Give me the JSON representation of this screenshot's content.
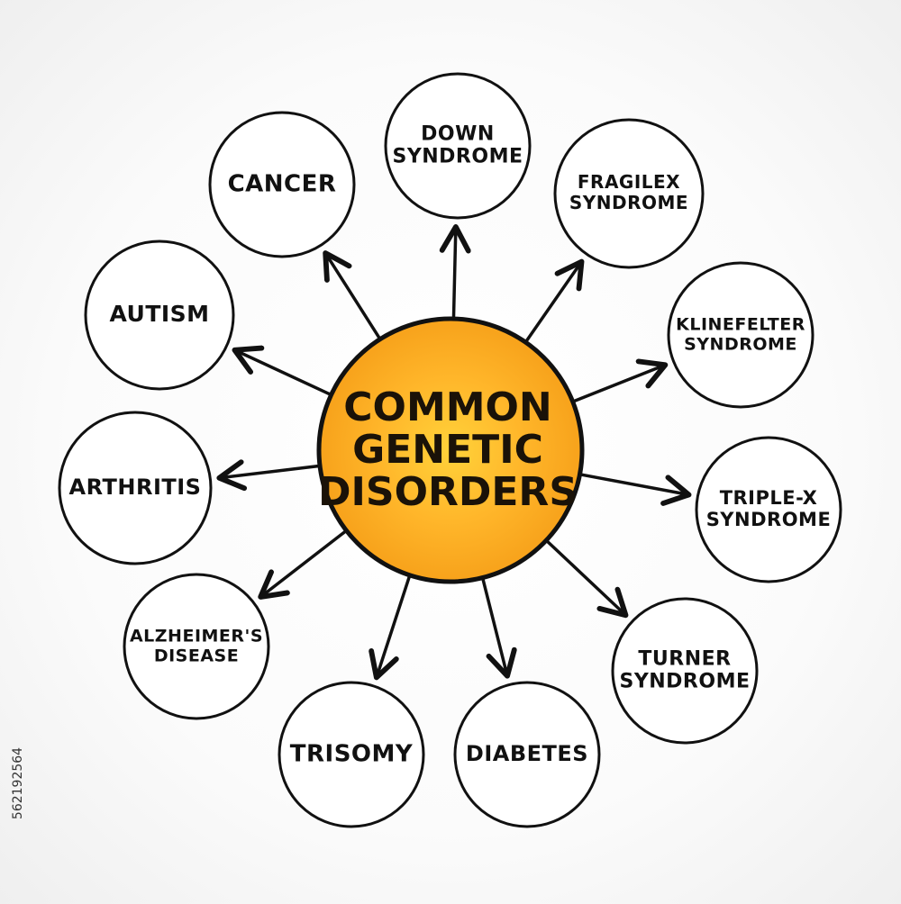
{
  "center": {
    "lines": [
      "COMMON",
      "GENETIC",
      "DISORDERS"
    ],
    "fill": "#f7a21b",
    "fill_light": "#ffd23a"
  },
  "colors": {
    "stroke": "#111111",
    "background": "#ffffff"
  },
  "nodes": [
    {
      "id": "down-syndrome",
      "lines": [
        "DOWN",
        "SYNDROME"
      ]
    },
    {
      "id": "fragilex-syndrome",
      "lines": [
        "FRAGILEX",
        "SYNDROME"
      ]
    },
    {
      "id": "klinefelter-syndrome",
      "lines": [
        "KLINEFELTER",
        "SYNDROME"
      ]
    },
    {
      "id": "triple-x-syndrome",
      "lines": [
        "TRIPLE-X",
        "SYNDROME"
      ]
    },
    {
      "id": "turner-syndrome",
      "lines": [
        "TURNER",
        "SYNDROME"
      ]
    },
    {
      "id": "diabetes",
      "lines": [
        "DIABETES"
      ]
    },
    {
      "id": "trisomy",
      "lines": [
        "TRISOMY"
      ]
    },
    {
      "id": "alzheimers-disease",
      "lines": [
        "ALZHEIMER'S",
        "DISEASE"
      ]
    },
    {
      "id": "arthritis",
      "lines": [
        "ARTHRITIS"
      ]
    },
    {
      "id": "autism",
      "lines": [
        "AUTISM"
      ]
    },
    {
      "id": "cancer",
      "lines": [
        "CANCER"
      ]
    }
  ],
  "stock_id": "562192564"
}
